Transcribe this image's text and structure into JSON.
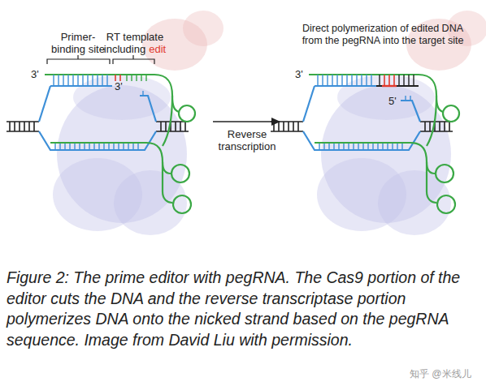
{
  "diagram": {
    "caption": "Figure 2: The prime editor with pegRNA. The Cas9 portion of the editor cuts the DNA and the reverse transcriptase portion polymerizes DNA onto the nicked strand based on the pegRNA sequence. Image from David Liu with permission.",
    "labels": [
      "Primer-binding site",
      "RT template including",
      "edit",
      "3'",
      "3'",
      "Direct polymerization of edited DNA from the pegRNA into the target site",
      "3'",
      "5'",
      "Reverse transcription",
      "知乎 @米线儿"
    ]
  }
}
